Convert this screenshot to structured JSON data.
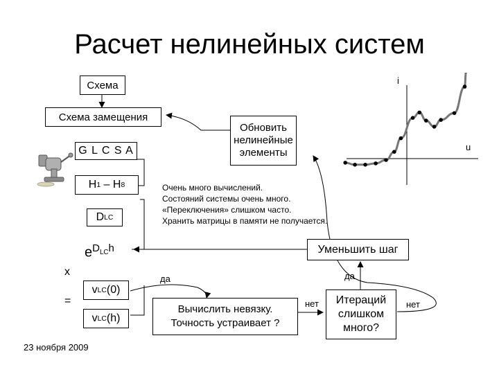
{
  "slide": {
    "title": "Расчет нелинейных систем",
    "date": "23 ноября 2009"
  },
  "flow": {
    "schema": "Схема",
    "equivalent": "Схема замещения",
    "glcsa": "G L C S A",
    "h_first": "H",
    "h_first_sub": "1",
    "h_dash": " – H",
    "h_last_sub": "8",
    "d": "D",
    "d_sub": "LC",
    "exp_base": "e",
    "exp_d": "D",
    "exp_sub": "LC",
    "exp_h": "h",
    "x_sign": "x",
    "eq_sign": "=",
    "v0_v": "v",
    "v0_sub": "LC",
    "v0_arg": "(0)",
    "vh_v": "v",
    "vh_sub": "LC",
    "vh_arg": "(h)",
    "update": "Обновить нелинейные элементы",
    "notes": [
      "Очень много вычислений.",
      "Состояний системы очень много.",
      "«Переключения» слишком часто.",
      "Хранить матрицы в памяти не получается."
    ],
    "reduce_step": "Уменьшить шаг",
    "residual_line1": "Вычислить невязку.",
    "residual_line2": "Точность устраивает ?",
    "iter_line1": "Итераций",
    "iter_line2": "слишком",
    "iter_line3": "много?",
    "yes_left": "да",
    "yes_right": "да",
    "no_left": "нет",
    "no_right": "нет"
  },
  "chart_data": {
    "type": "line",
    "xlabel": "u",
    "ylabel": "i",
    "grid": false,
    "legend": "none",
    "note": "Nonlinear i(u) characteristic with a local maximum and minimum; no tick labels, values are shape only in arbitrary units.",
    "x": [
      -0.83,
      -0.7,
      -0.56,
      -0.42,
      -0.28,
      -0.17,
      -0.08,
      0.08,
      0.17,
      0.26,
      0.37,
      0.46,
      0.64,
      0.78,
      0.8
    ],
    "y": [
      -0.06,
      -0.09,
      -0.09,
      -0.07,
      -0.02,
      0.1,
      0.3,
      0.6,
      0.68,
      0.56,
      0.47,
      0.57,
      0.67,
      1.06,
      1.29
    ]
  }
}
